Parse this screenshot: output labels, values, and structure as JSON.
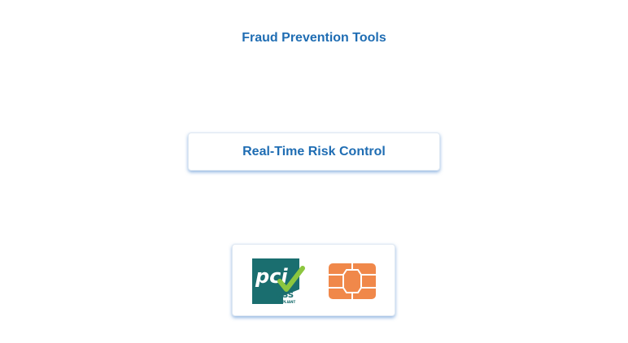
{
  "header": {
    "title": "Fraud Prevention Tools"
  },
  "main": {
    "risk_control_label": "Real-Time Risk Control"
  },
  "badges": {
    "pci_logo_text": "PCI",
    "pci_dss_text": "DSS",
    "pci_compliant_text": "COMPLIANT",
    "chip_icon": "emv-chip-icon"
  },
  "colors": {
    "accent": "#1f6db3",
    "pci_teal": "#1a6e6f",
    "pci_check": "#8cc63f",
    "chip_orange": "#f0884a"
  }
}
